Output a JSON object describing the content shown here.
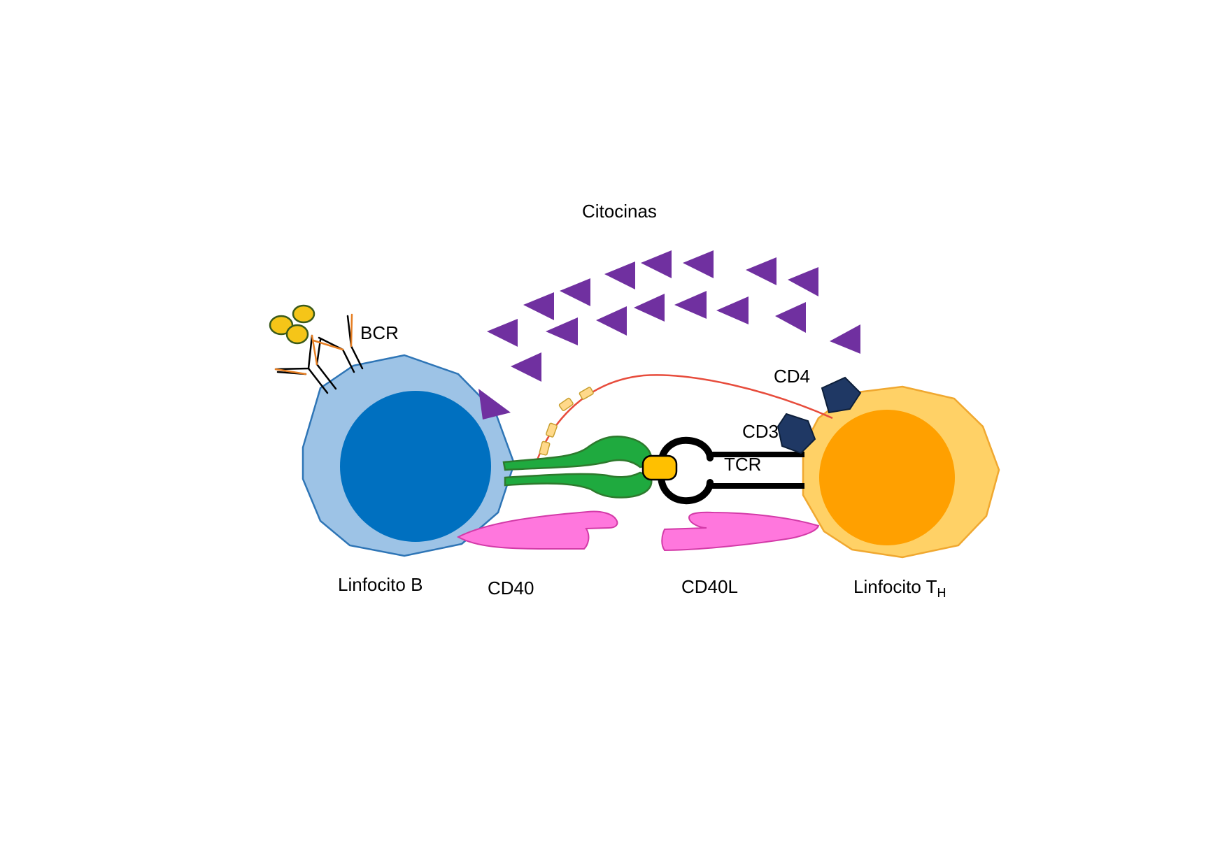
{
  "labels": {
    "cytokines": "Citocinas",
    "bcr": "BCR",
    "cd4": "CD4",
    "cd3": "CD3",
    "tcr": "TCR",
    "b_cell": "Linfocito B",
    "cd40": "CD40",
    "cd40l": "CD40L",
    "th_cell_prefix": "Linfocito T",
    "th_cell_subscript": "H"
  },
  "colors": {
    "b_cell_membrane": "#9dc3e6",
    "b_cell_border": "#2e75b6",
    "b_cell_nucleus": "#0070c0",
    "th_cell_membrane": "#ffd166",
    "th_cell_border": "#f0a830",
    "th_cell_nucleus": "#ffa000",
    "cytokine": "#7030a0",
    "cd40": "#ff77dd",
    "mhc": "#1faa3f",
    "antigen_peptide": "#ffc000",
    "cd3_cd4": "#1f3864",
    "cd4_link": "#e74c3c",
    "antigen": "#f5c518"
  }
}
